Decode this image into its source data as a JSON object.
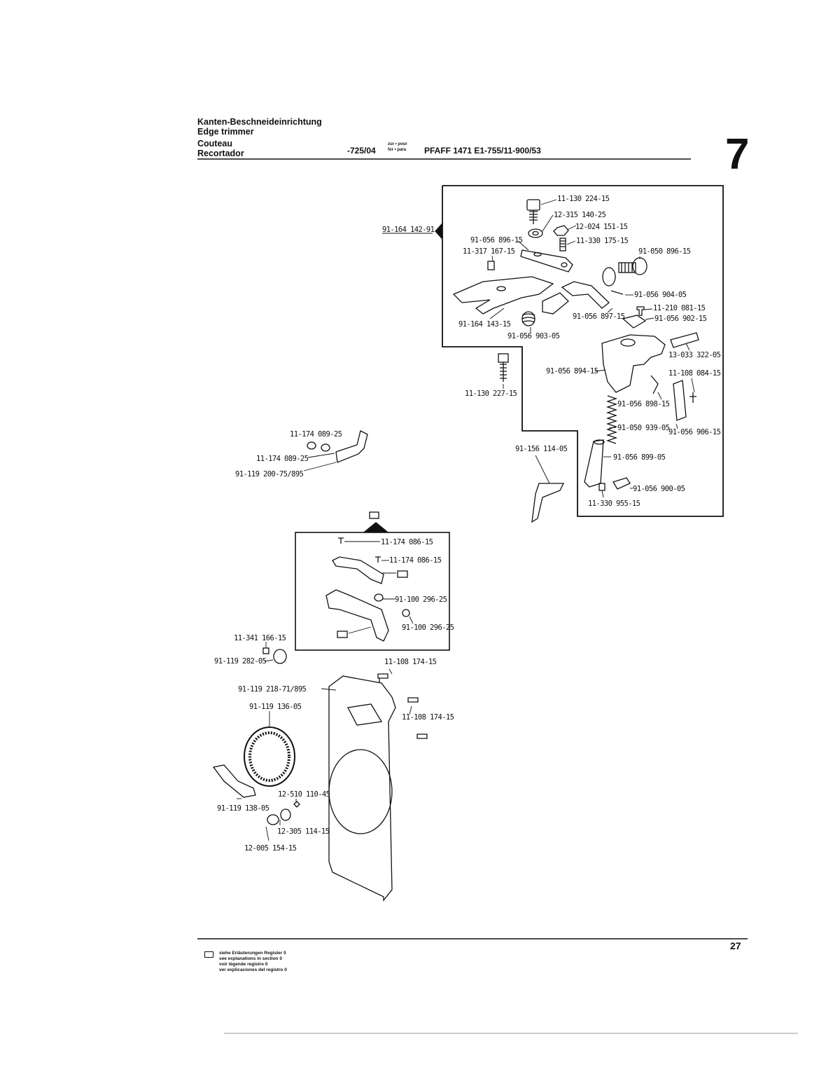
{
  "header": {
    "titles": [
      "Kanten-Beschneideinrichtung",
      "Edge trimmer",
      "Couteau",
      "Recortador"
    ],
    "code": "-725/04",
    "for_line1": "zur • pour",
    "for_line2": "for • para",
    "model": "PFAFF 1471 E1-755/11-900/53",
    "section_number": "7"
  },
  "footer": {
    "page_number": "27",
    "legend": [
      "siehe Erläuterungen Register 0",
      "see explanations in section 0",
      "voir légende registre 0",
      "ver explicaciones del registro 0"
    ]
  },
  "parts": {
    "p1": "11-130 224-15",
    "p2": "12-315 140-25",
    "p3": "12-024 151-15",
    "p4": "91-164 142-91",
    "p5": "91-056 896-15",
    "p6": "11-330 175-15",
    "p7": "11-317 167-15",
    "p8": "91-050 896-15",
    "p9": "91-056 904-05",
    "p10": "11-210 081-15",
    "p11": "91-056 897-15",
    "p12": "91-056 902-15",
    "p13": "91-164 143-15",
    "p14": "91-056 903-05",
    "p15": "13-033 322-05",
    "p16": "91-056 894-15",
    "p17": "11-108 084-15",
    "p18": "11-130 227-15",
    "p19": "91-056 898-15",
    "p20": "91-050 939-05",
    "p21": "91-056 906-15",
    "p22": "11-174 089-25",
    "p23": "11-174 089-25",
    "p24": "91-119 200-75/895",
    "p25": "91-156 114-05",
    "p26": "91-056 899-05",
    "p27": "91-056 900-05",
    "p28": "11-330 955-15",
    "p29": "11-174 086-15",
    "p30": "11-174 086-15",
    "p31": "91-100 296-25",
    "p32": "91-100 296-25",
    "p33": "11-341 166-15",
    "p34": "91-119 282-05",
    "p35": "11-108 174-15",
    "p36": "91-119 218-71/895",
    "p37": "91-119 136-05",
    "p38": "11-108 174-15",
    "p39": "12-510 110-45",
    "p40": "91-119 138-05",
    "p41": "12-305 114-15",
    "p42": "12-005 154-15"
  }
}
